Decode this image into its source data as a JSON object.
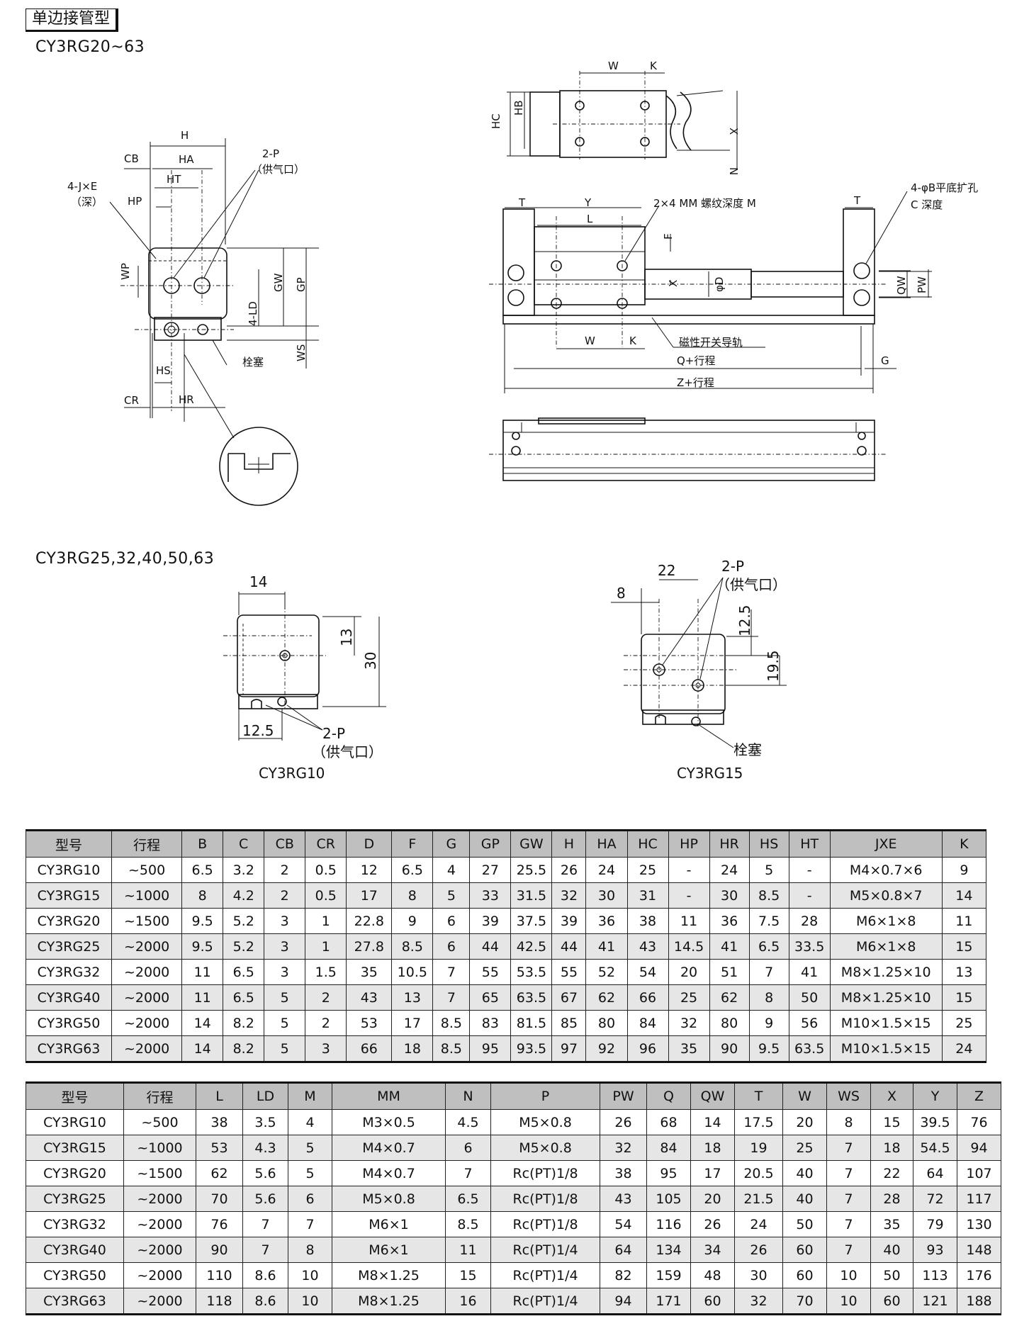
{
  "header": {
    "title": "单边接管型",
    "model_range": "CY3RG20~63"
  },
  "section2_title": "CY3RG25,32,40,50,63",
  "drawing_labels": {
    "end_view": {
      "H": "H",
      "CB": "CB",
      "HA": "HA",
      "HT": "HT",
      "HP": "HP",
      "JXE": "4-J×E",
      "deep": "（深）",
      "P2": "2-P",
      "supply": "（供气口）",
      "WP": "WP",
      "GW": "GW",
      "GP": "GP",
      "LD": "4-LD",
      "WS": "WS",
      "HS": "HS",
      "CR": "CR",
      "HR": "HR",
      "plug": "栓塞"
    },
    "top_view": {
      "W": "W",
      "K": "K",
      "HC": "HC",
      "HB": "HB",
      "X": "X",
      "N": "N"
    },
    "front_view": {
      "T_left": "T",
      "Y": "Y",
      "MM": "2×4 MM 螺纹深度 M",
      "T_right": "T",
      "B_hole": "4-φB平底扩孔",
      "C_depth": "C 深度",
      "L": "L",
      "F": "F",
      "X": "X",
      "D": "φD",
      "QW": "QW",
      "PW": "PW",
      "W": "W",
      "K": "K",
      "rail": "磁性开关导轨",
      "Q": "Q+行程",
      "G": "G",
      "Z": "Z+行程"
    },
    "cy3rg10": {
      "name": "CY3RG10",
      "d14": "14",
      "d13": "13",
      "d30": "30",
      "d12_5": "12.5",
      "P2": "2-P",
      "supply": "（供气口）"
    },
    "cy3rg15": {
      "name": "CY3RG15",
      "d22": "22",
      "d8": "8",
      "P2": "2-P",
      "supply": "（供气口）",
      "d12_5": "12.5",
      "d19_5": "19.5",
      "plug": "栓塞"
    }
  },
  "table1": {
    "headers": [
      "型号",
      "行程",
      "B",
      "C",
      "CB",
      "CR",
      "D",
      "F",
      "G",
      "GP",
      "GW",
      "H",
      "HA",
      "HC",
      "HP",
      "HR",
      "HS",
      "HT",
      "JXE",
      "K"
    ],
    "rows": [
      [
        "CY3RG10",
        "~500",
        "6.5",
        "3.2",
        "2",
        "0.5",
        "12",
        "6.5",
        "4",
        "27",
        "25.5",
        "26",
        "24",
        "25",
        "-",
        "24",
        "5",
        "-",
        "M4×0.7×6",
        "9"
      ],
      [
        "CY3RG15",
        "~1000",
        "8",
        "4.2",
        "2",
        "0.5",
        "17",
        "8",
        "5",
        "33",
        "31.5",
        "32",
        "30",
        "31",
        "-",
        "30",
        "8.5",
        "-",
        "M5×0.8×7",
        "14"
      ],
      [
        "CY3RG20",
        "~1500",
        "9.5",
        "5.2",
        "3",
        "1",
        "22.8",
        "9",
        "6",
        "39",
        "37.5",
        "39",
        "36",
        "38",
        "11",
        "36",
        "7.5",
        "28",
        "M6×1×8",
        "11"
      ],
      [
        "CY3RG25",
        "~2000",
        "9.5",
        "5.2",
        "3",
        "1",
        "27.8",
        "8.5",
        "6",
        "44",
        "42.5",
        "44",
        "41",
        "43",
        "14.5",
        "41",
        "6.5",
        "33.5",
        "M6×1×8",
        "15"
      ],
      [
        "CY3RG32",
        "~2000",
        "11",
        "6.5",
        "3",
        "1.5",
        "35",
        "10.5",
        "7",
        "55",
        "53.5",
        "55",
        "52",
        "54",
        "20",
        "51",
        "7",
        "41",
        "M8×1.25×10",
        "13"
      ],
      [
        "CY3RG40",
        "~2000",
        "11",
        "6.5",
        "5",
        "2",
        "43",
        "13",
        "7",
        "65",
        "63.5",
        "67",
        "62",
        "66",
        "25",
        "62",
        "8",
        "50",
        "M8×1.25×10",
        "15"
      ],
      [
        "CY3RG50",
        "~2000",
        "14",
        "8.2",
        "5",
        "2",
        "53",
        "17",
        "8.5",
        "83",
        "81.5",
        "85",
        "80",
        "84",
        "32",
        "80",
        "9",
        "56",
        "M10×1.5×15",
        "25"
      ],
      [
        "CY3RG63",
        "~2000",
        "14",
        "8.2",
        "5",
        "3",
        "66",
        "18",
        "8.5",
        "95",
        "93.5",
        "97",
        "92",
        "96",
        "35",
        "90",
        "9.5",
        "63.5",
        "M10×1.5×15",
        "24"
      ]
    ]
  },
  "table2": {
    "headers": [
      "型号",
      "行程",
      "L",
      "LD",
      "M",
      "MM",
      "N",
      "P",
      "PW",
      "Q",
      "QW",
      "T",
      "W",
      "WS",
      "X",
      "Y",
      "Z"
    ],
    "rows": [
      [
        "CY3RG10",
        "~500",
        "38",
        "3.5",
        "4",
        "M3×0.5",
        "4.5",
        "M5×0.8",
        "26",
        "68",
        "14",
        "17.5",
        "20",
        "8",
        "15",
        "39.5",
        "76"
      ],
      [
        "CY3RG15",
        "~1000",
        "53",
        "4.3",
        "5",
        "M4×0.7",
        "6",
        "M5×0.8",
        "32",
        "84",
        "18",
        "19",
        "25",
        "7",
        "18",
        "54.5",
        "94"
      ],
      [
        "CY3RG20",
        "~1500",
        "62",
        "5.6",
        "5",
        "M4×0.7",
        "7",
        "Rc(PT)1/8",
        "38",
        "95",
        "17",
        "20.5",
        "40",
        "7",
        "22",
        "64",
        "107"
      ],
      [
        "CY3RG25",
        "~2000",
        "70",
        "5.6",
        "6",
        "M5×0.8",
        "6.5",
        "Rc(PT)1/8",
        "43",
        "105",
        "20",
        "21.5",
        "40",
        "7",
        "28",
        "72",
        "117"
      ],
      [
        "CY3RG32",
        "~2000",
        "76",
        "7",
        "7",
        "M6×1",
        "8.5",
        "Rc(PT)1/8",
        "54",
        "116",
        "26",
        "24",
        "50",
        "7",
        "35",
        "79",
        "130"
      ],
      [
        "CY3RG40",
        "~2000",
        "90",
        "7",
        "8",
        "M6×1",
        "11",
        "Rc(PT)1/4",
        "64",
        "134",
        "34",
        "26",
        "60",
        "7",
        "40",
        "93",
        "148"
      ],
      [
        "CY3RG50",
        "~2000",
        "110",
        "8.6",
        "10",
        "M8×1.25",
        "15",
        "Rc(PT)1/4",
        "82",
        "159",
        "48",
        "30",
        "60",
        "10",
        "50",
        "113",
        "176"
      ],
      [
        "CY3RG63",
        "~2000",
        "118",
        "8.6",
        "10",
        "M8×1.25",
        "16",
        "Rc(PT)1/4",
        "94",
        "171",
        "60",
        "32",
        "70",
        "10",
        "60",
        "121",
        "188"
      ]
    ]
  }
}
